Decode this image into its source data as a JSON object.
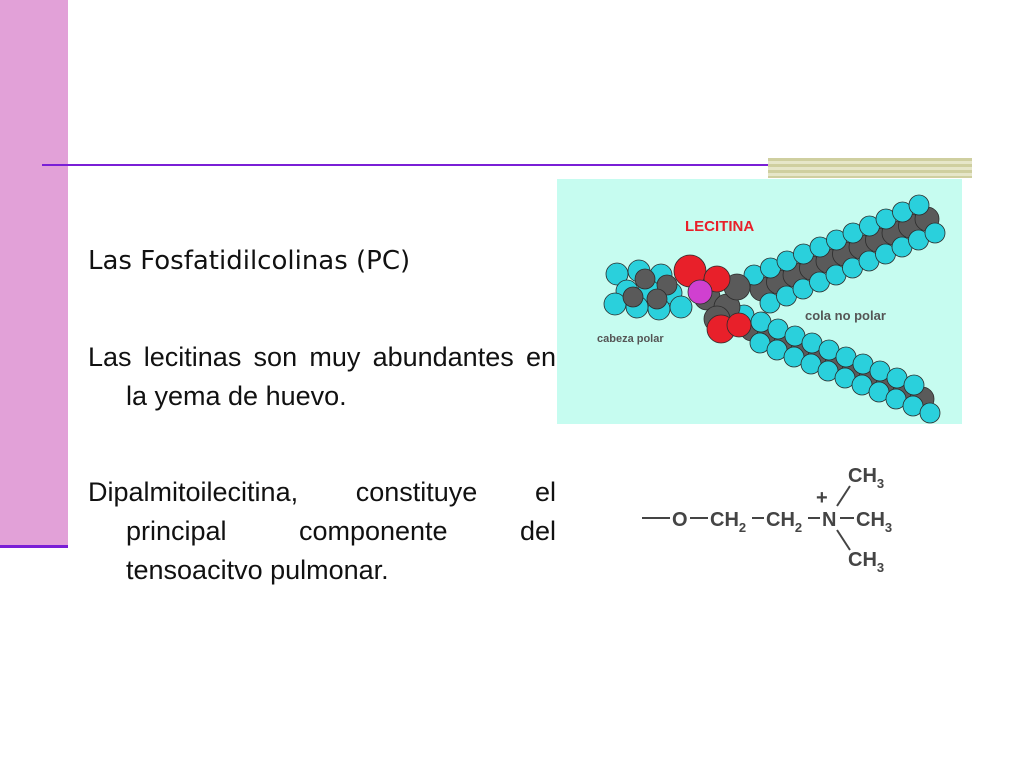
{
  "slide": {
    "title": "Las Fosfatidilcolinas (PC)",
    "paragraphs": [
      "Las lecitinas son muy abundantes en la yema de huevo.",
      "Dipalmitoilecitina, constituye el principal componente del tensoacitvo pulmonar."
    ]
  },
  "figure": {
    "title": "LECITINA",
    "label_tail": "cola no polar",
    "label_head": "cabeza polar",
    "colors": {
      "background": "#c6fcf0",
      "carbon": "#5a5a5a",
      "hydrogen": "#2ad0dc",
      "oxygen": "#e8202a",
      "phosphorus": "#d040d0",
      "title": "#e8202a"
    }
  },
  "formula": {
    "chain": "O",
    "ch2_a": "CH",
    "ch2_b": "CH",
    "sub2": "2",
    "nitrogen": "N",
    "charge": "+",
    "methyl": "CH",
    "sub3": "3"
  },
  "theme": {
    "sidebar": "#e2a1d8",
    "accent": "#7a1fd6"
  }
}
